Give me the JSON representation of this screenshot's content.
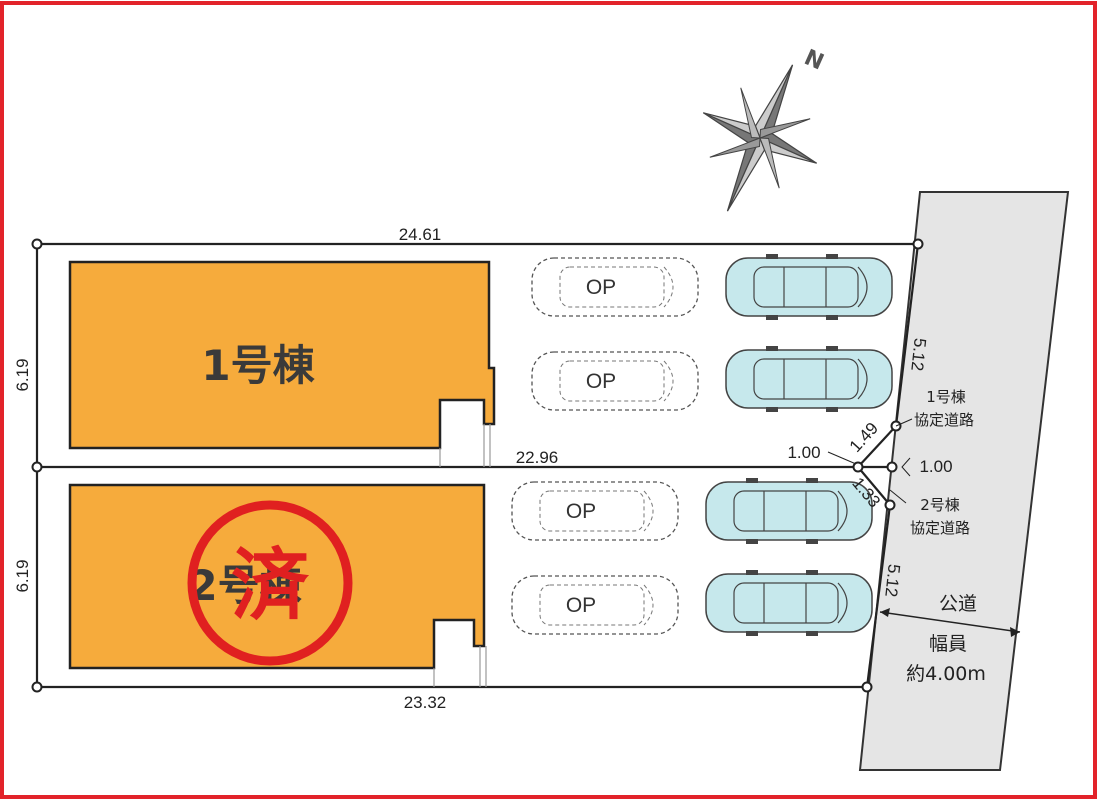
{
  "colors": {
    "frame": "#e2232a",
    "building": "#f6ab3c",
    "car": "#c6e8ec",
    "road": "#e5e5e5",
    "stamp": "#e02020"
  },
  "compass": {
    "north_label": "N"
  },
  "buildings": [
    {
      "label": "1号棟"
    },
    {
      "label": "2号棟"
    }
  ],
  "stamp": {
    "text": "済"
  },
  "parking": {
    "optional_label": "OP"
  },
  "dimensions": {
    "top_width": "24.61",
    "middle_width": "22.96",
    "bottom_width": "23.32",
    "lot1_depth": "6.19",
    "lot2_depth": "6.19",
    "lot1_frontage": "5.12",
    "lot2_frontage": "5.12",
    "corner_a": "1.00",
    "corner_b": "1.00",
    "diag_a": "1.49",
    "diag_b": "1.33"
  },
  "agreement_roads": [
    {
      "line1": "1号棟",
      "line2": "協定道路"
    },
    {
      "line1": "2号棟",
      "line2": "協定道路"
    }
  ],
  "public_road": {
    "name": "公道",
    "width_label": "幅員",
    "width_value": "約4.00m"
  }
}
